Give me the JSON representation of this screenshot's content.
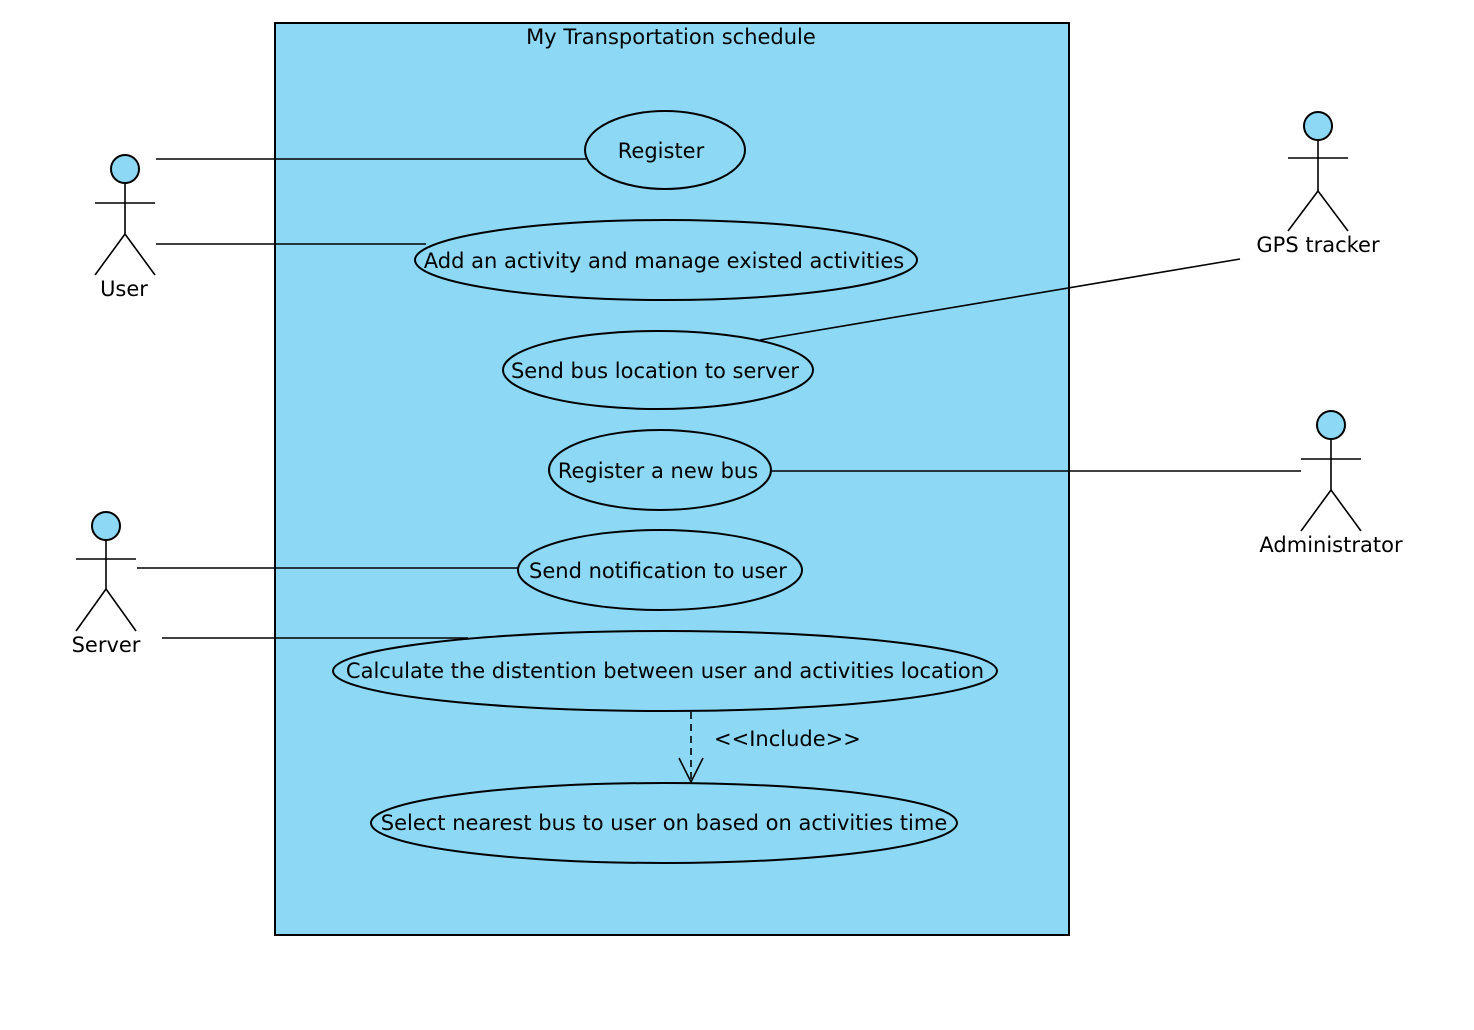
{
  "system": {
    "title": "My Transportation schedule",
    "fill_color": "#8dd8f5"
  },
  "actors": {
    "user": "User",
    "gps_tracker": "GPS tracker",
    "administrator": "Administrator",
    "server": "Server"
  },
  "use_cases": {
    "register": "Register",
    "add_activity": "Add an activity and manage existed activities",
    "send_bus_location": "Send bus location to server",
    "register_bus": "Register a new bus",
    "send_notification": "Send notification to user",
    "calculate_distance": "Calculate the distention between user and activities location",
    "select_nearest_bus": "Select nearest bus to user on based on activities time"
  },
  "relations": {
    "include_label": "<<Include>>"
  }
}
